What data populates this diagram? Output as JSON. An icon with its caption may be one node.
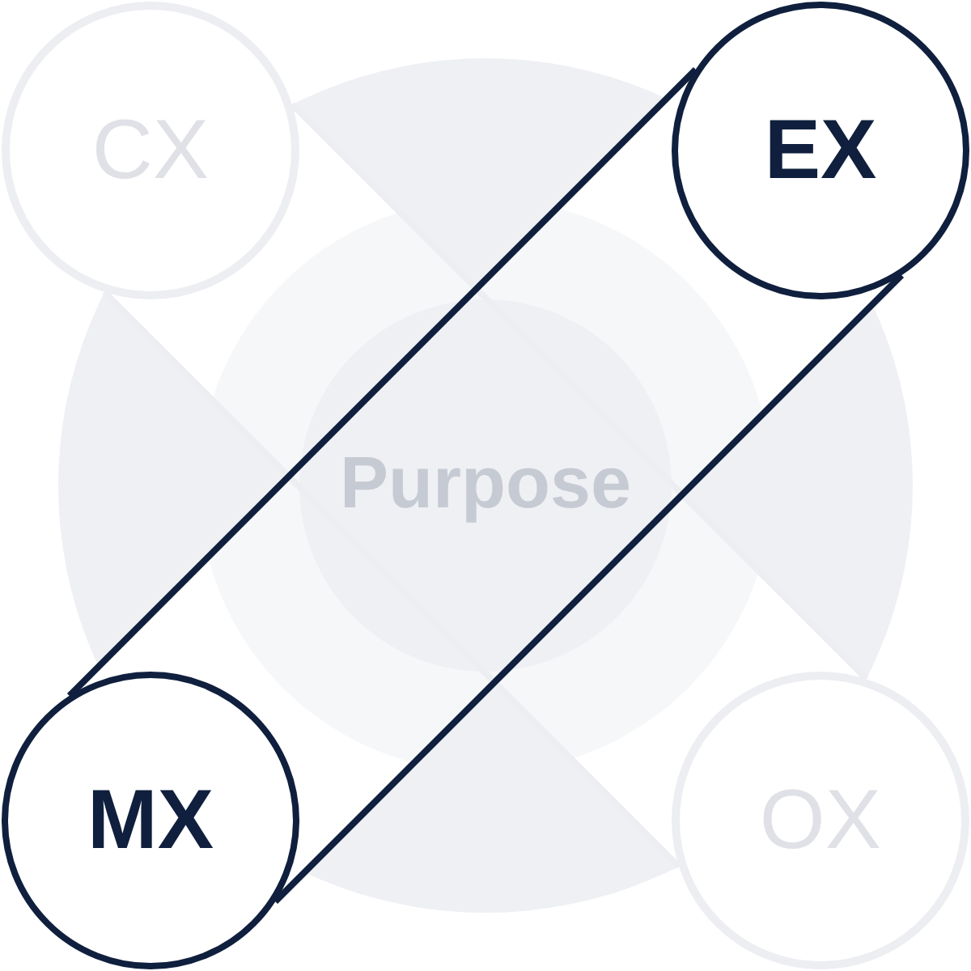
{
  "diagram": {
    "nodes": [
      {
        "text": [
          "CX"
        ]
      },
      {
        "text": [
          "EX"
        ]
      },
      {
        "text": [
          "Purpose"
        ]
      },
      {
        "text": [
          "MX"
        ]
      },
      {
        "text": [
          "OX"
        ]
      }
    ],
    "edges": [
      {
        "from": 0,
        "to": 4,
        "arrow": "none",
        "color": "#eceef2"
      },
      {
        "from": 3,
        "to": 1,
        "arrow": "none",
        "color": "#0f1f3d"
      }
    ]
  }
}
